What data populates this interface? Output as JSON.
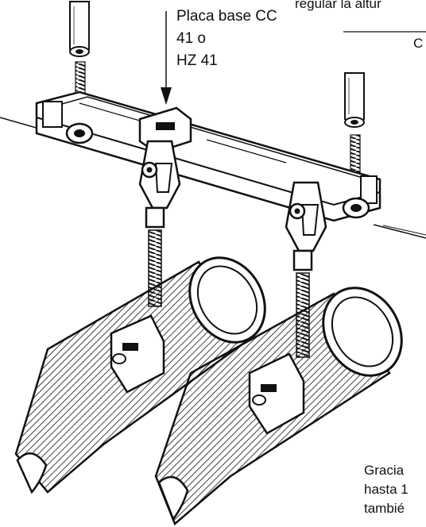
{
  "label": {
    "line1": "Placa base CC",
    "line2": "41 o",
    "line3": "HZ 41"
  },
  "partial_text": {
    "top_right": "regular la altur",
    "right": "C",
    "bottom1": "Gracia",
    "bottom2": "hasta 1",
    "bottom3": "tambié"
  }
}
